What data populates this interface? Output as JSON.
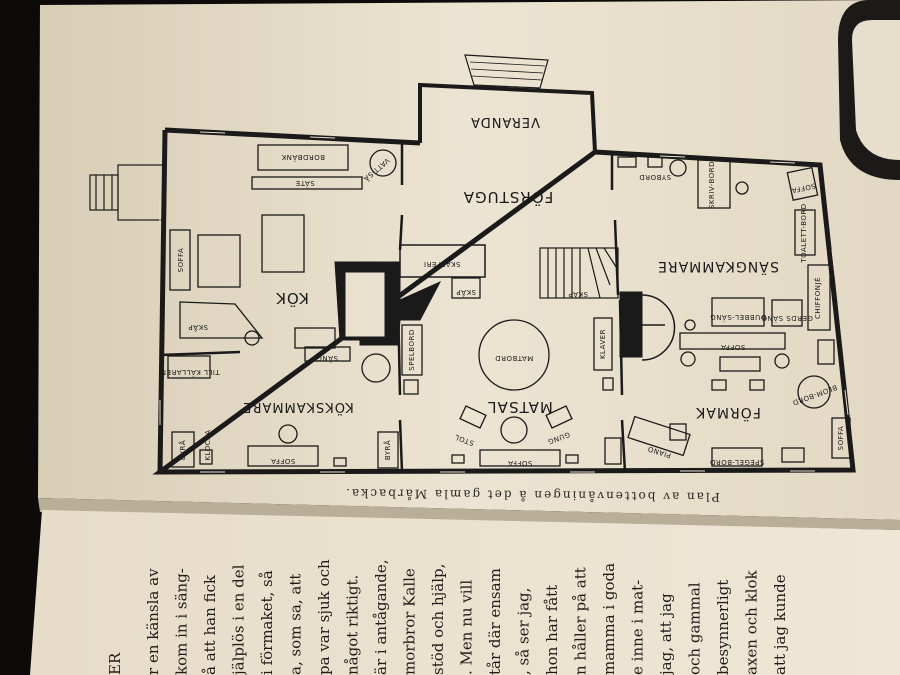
{
  "page": {
    "caption": "Plan av bottenvåningen å det gamla Mårbacka.",
    "header_fragment": "ER"
  },
  "rooms": {
    "veranda": "VERANDA",
    "forstuga": "FÖRSTUGA",
    "sangkammare": "SÄNGKAMMARE",
    "kok": "KÖK",
    "matsal": "MATSAL",
    "formak": "FÖRMAK",
    "kokskammare": "KÖKSKAMMARE"
  },
  "furniture": {
    "bordbank": "BORDBÄNK",
    "sate": "SÄTE",
    "vattsaf": "VATT-SÄ",
    "soffa": "SOFFA",
    "skap": "SKÅP",
    "skafferi": "SKAFFERI",
    "sang": "SÄNG",
    "spelbord": "SPELBORD",
    "matbord": "MATBORD",
    "klaver": "KLAVER",
    "till_kallaren": "TILL KÄLLAREN",
    "klocka": "KLOCKA",
    "byra": "BYRÅ",
    "stol": "STOL",
    "gung": "GUNG",
    "piano": "PIANO",
    "spegelbord": "SPEGEL-BORD",
    "blombord": "BLOM-BORD",
    "dubbelsang": "DUBBEL-SÄNG",
    "gerds_sang": "GERDS SÄNG",
    "chiffonje": "CHIFFONJÉ",
    "toalettbord": "TOALETT-BORD",
    "skrivbord": "SKRIV-BORD",
    "sybord": "SYBORD"
  },
  "text_lines": [
    "r en känsla av",
    "kom in i säng-",
    "å att han fick",
    "jälplös i en del",
    "i förmaket, så",
    "a, som sa, att",
    "pa var sjuk och",
    "något riktigt.",
    "är i antågande,",
    "morbror Kalle",
    "stöd och hjälp,",
    ". Men nu vill",
    "tår där ensam",
    ", så ser jag,",
    "hon har fått",
    "n håller på att",
    "mamma i goda",
    "e inne i mat-",
    "jag, att jag",
    "och gammal",
    "besynnerligt",
    "axen och klok",
    "att jag kunde"
  ],
  "colors": {
    "paper": "#e9e0cd",
    "paper_shadow": "#cfc4ac",
    "ink": "#1a1a1a",
    "background": "#0d0b0a",
    "binder": "#1c1a19"
  }
}
